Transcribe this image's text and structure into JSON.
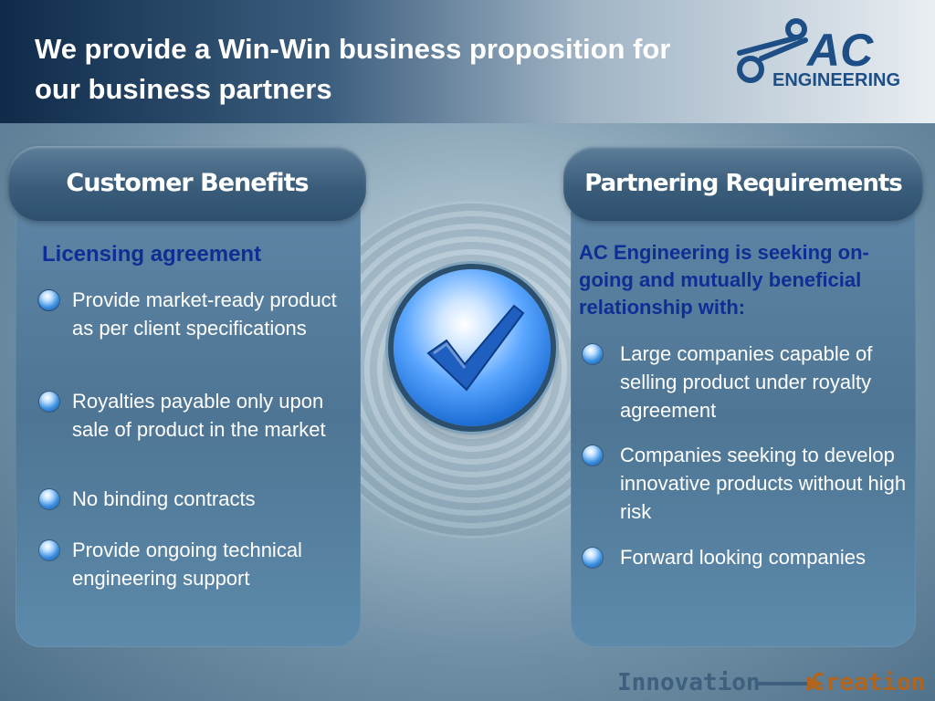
{
  "slide": {
    "title": "We provide a Win-Win business proposition for our business partners",
    "logo": {
      "letters": "AC",
      "word": "ENGINEERING"
    }
  },
  "left_panel": {
    "tab_label": "Customer Benefits",
    "subheading": "Licensing agreement",
    "bullets": [
      "Provide market-ready product as per client specifications",
      "Royalties payable only upon sale of product in the market",
      "No binding contracts",
      "Provide ongoing technical engineering support"
    ]
  },
  "right_panel": {
    "tab_label": "Partnering Requirements",
    "subheading": "AC Engineering is seeking on-going and mutually beneficial relationship with:",
    "bullets": [
      "Large companies capable of selling product under royalty agreement",
      "Companies seeking to develop innovative products without high risk",
      "Forward looking companies"
    ]
  },
  "center_badge": {
    "icon": "checkmark-icon"
  },
  "footer": {
    "word1": "Innovation",
    "word2": "Creation",
    "icon": "arrow-right-icon"
  },
  "colors": {
    "title": "#ffffff",
    "subheading": "#0d2f95",
    "bullet_text": "#ffffff",
    "footer_word1": "#3e5f7d",
    "footer_word2": "#b0651e"
  }
}
